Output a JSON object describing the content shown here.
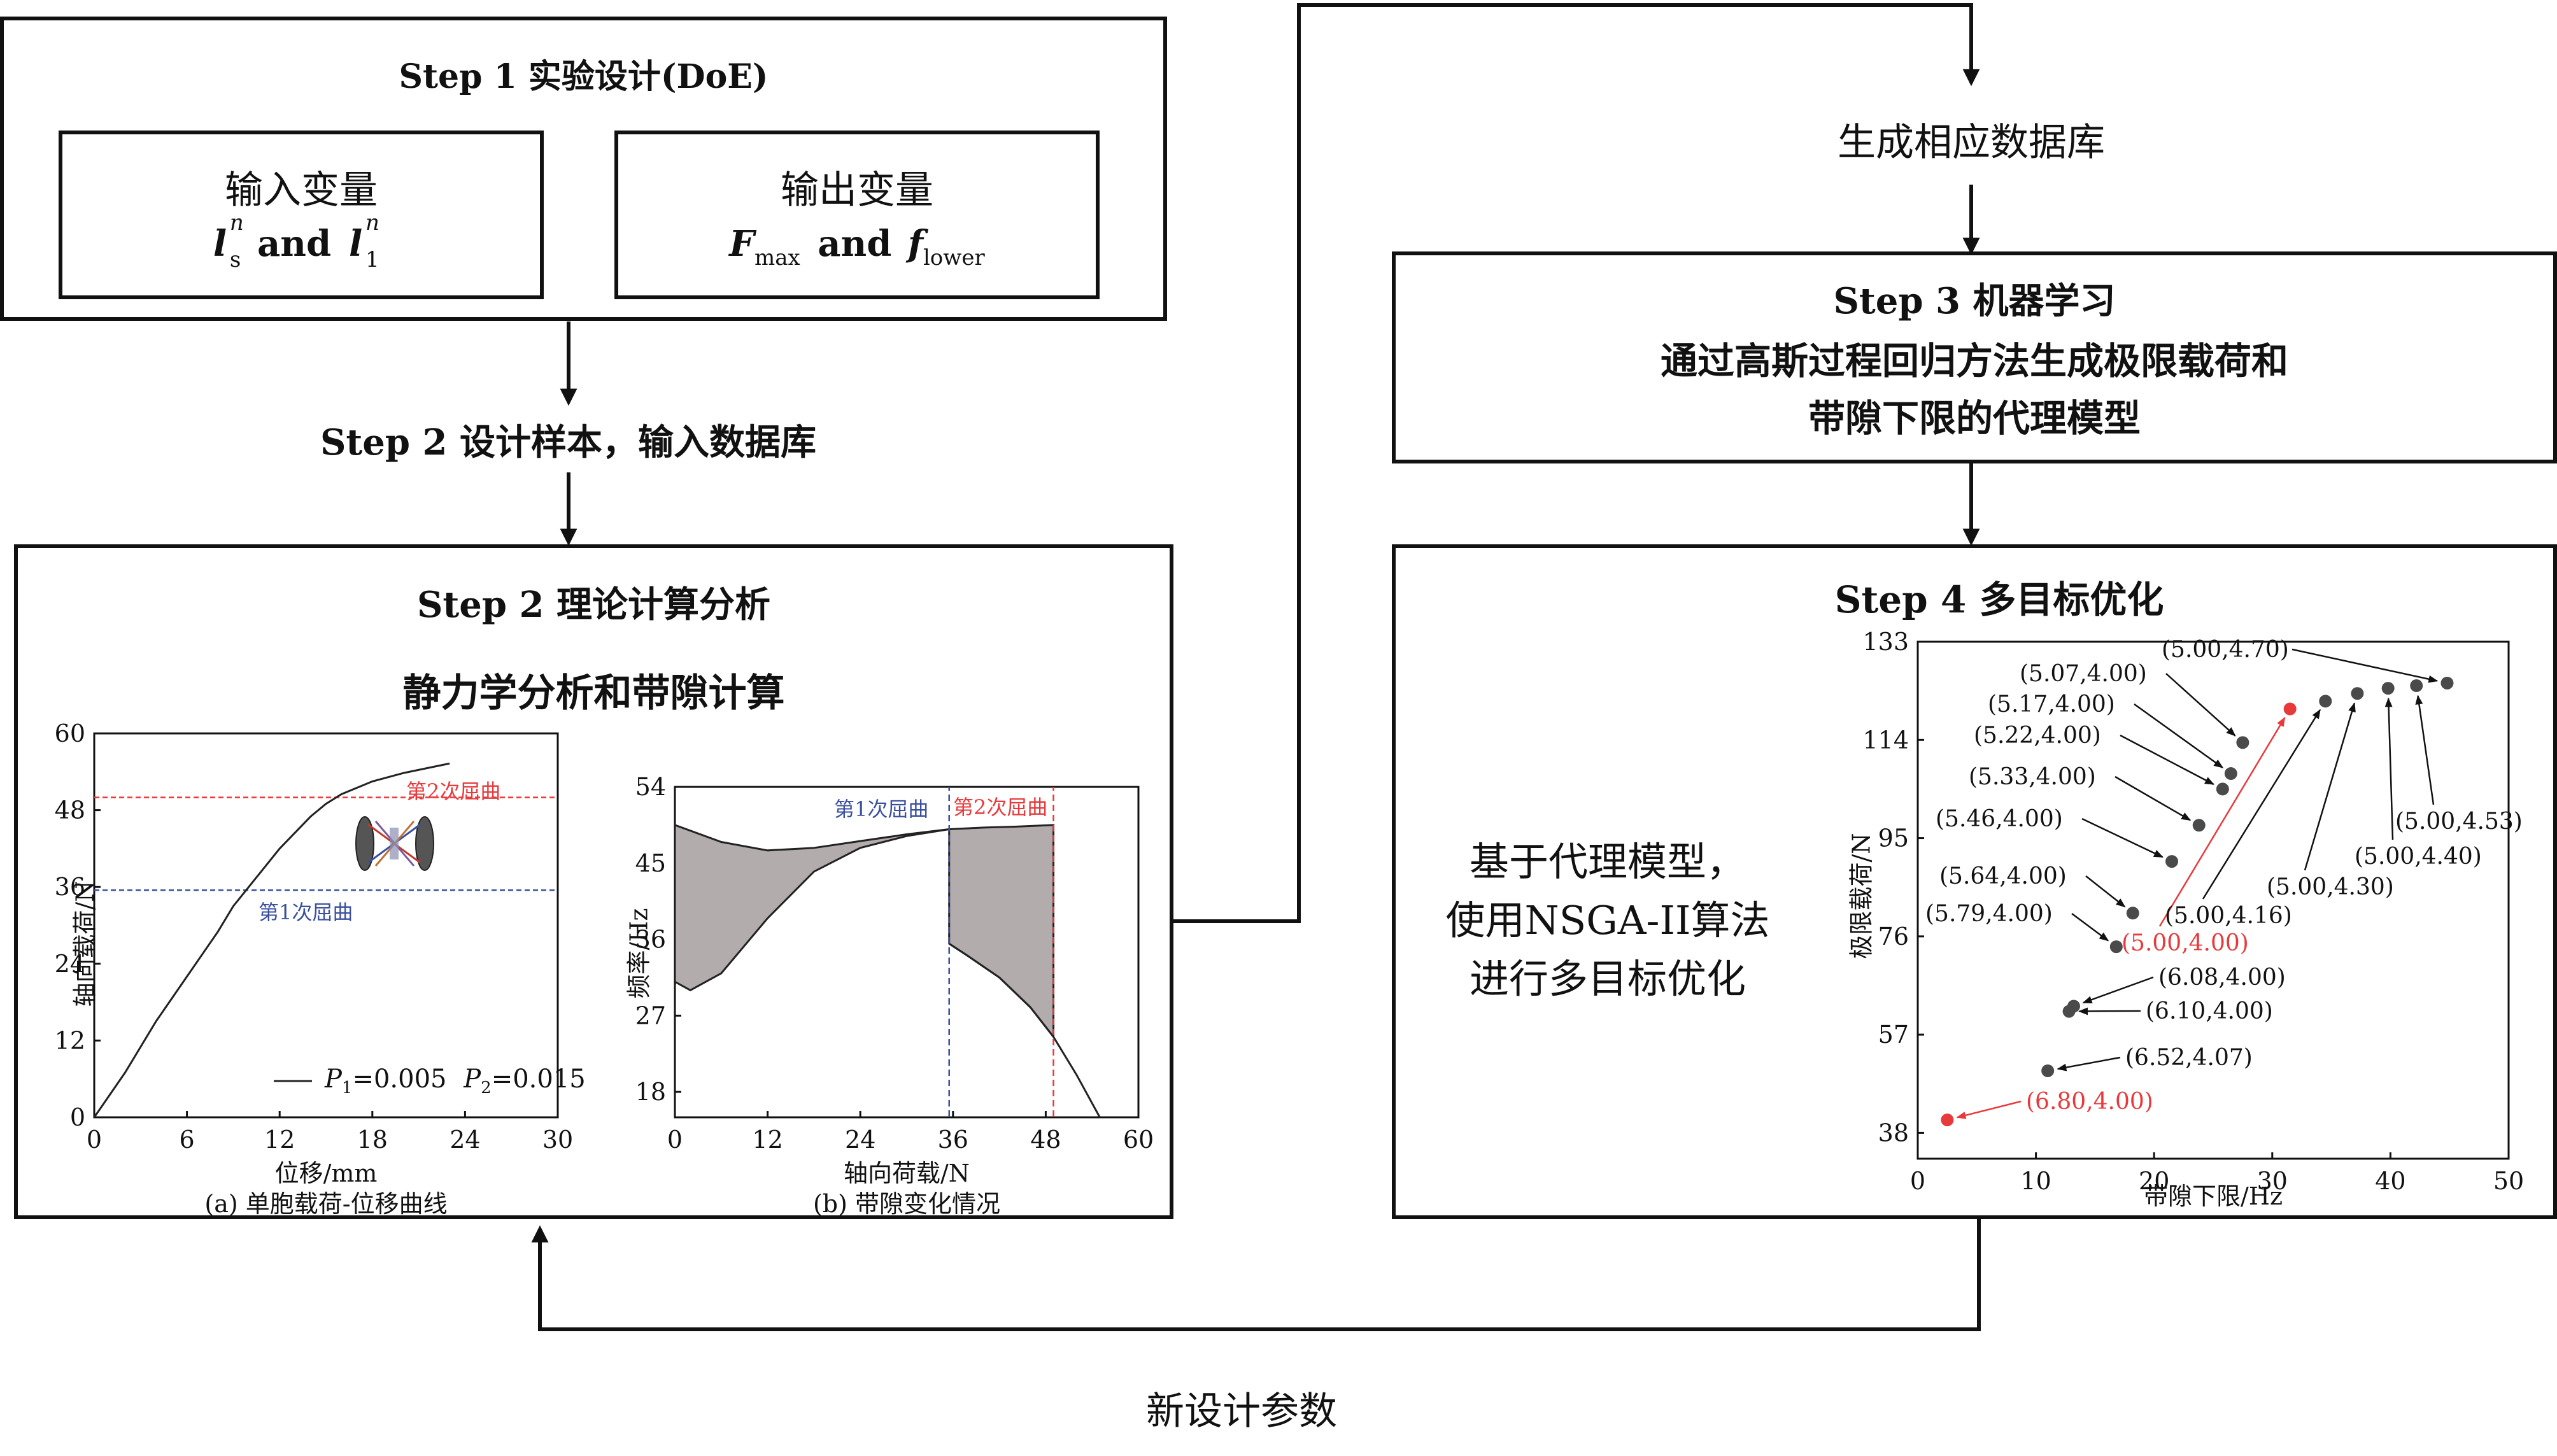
{
  "step1": {
    "title": "Step 1 实验设计(DoE)",
    "input": {
      "title": "输入变量",
      "var1": "l",
      "var1_sub": "s",
      "var1_sup": "n",
      "and": "and",
      "var2": "l",
      "var2_sub": "1",
      "var2_sup": "n"
    },
    "output": {
      "title": "输出变量",
      "var1": "F",
      "var1_sub": "max",
      "and": "and",
      "var2": "f",
      "var2_sub": "lower"
    }
  },
  "step2_design": "Step 2 设计样本，输入数据库",
  "step2": {
    "title": "Step 2 理论计算分析",
    "subtitle": "静力学分析和带隙计算",
    "chart_a": {
      "ylabel": "轴向载荷/N",
      "xlabel": "位移/mm",
      "caption": "(a) 单胞载荷-位移曲线",
      "xticks": [
        "0",
        "6",
        "12",
        "18",
        "24",
        "30"
      ],
      "yticks": [
        "0",
        "12",
        "24",
        "36",
        "48",
        "60"
      ],
      "buckle1": "第1次屈曲",
      "buckle2": "第2次屈曲",
      "legend_p1": "P",
      "legend_p1_sub": "1",
      "legend_p1_val": "=0.005",
      "legend_p2": "P",
      "legend_p2_sub": "2",
      "legend_p2_val": "=0.015"
    },
    "chart_b": {
      "ylabel": "频率/Hz",
      "xlabel": "轴向荷载/N",
      "caption": "(b) 带隙变化情况",
      "xticks": [
        "0",
        "12",
        "24",
        "36",
        "48",
        "60"
      ],
      "yticks": [
        "18",
        "27",
        "36",
        "45",
        "54"
      ],
      "buckle1": "第1次屈曲",
      "buckle2": "第2次屈曲"
    }
  },
  "flow": {
    "generate_db": "生成相应数据库",
    "new_params": "新设计参数"
  },
  "step3": {
    "line1": "Step 3 机器学习",
    "line2": "通过高斯过程回归方法生成极限载荷和",
    "line3": "带隙下限的代理模型"
  },
  "step4": {
    "title": "Step 4 多目标优化",
    "desc1": "基于代理模型，",
    "desc2": "使用NSGA-II算法",
    "desc3": "进行多目标优化"
  },
  "colors": {
    "red": "#e8393b",
    "blue": "#3a4fa0",
    "gray_fill": "#b3acac",
    "dark_point": "#4a4a4a"
  },
  "chart_data": [
    {
      "type": "line",
      "xlabel": "位移/mm",
      "ylabel": "轴向载荷/N",
      "xlim": [
        0,
        30
      ],
      "ylim": [
        0,
        60
      ],
      "x": [
        0,
        2,
        4,
        6,
        8,
        9,
        10,
        11,
        12,
        13,
        14,
        15,
        16,
        18,
        20,
        22,
        23
      ],
      "y": [
        0,
        7,
        15,
        22,
        29,
        33,
        36,
        39,
        42,
        44.5,
        47,
        49,
        50.5,
        52.5,
        53.8,
        54.8,
        55.3
      ],
      "hlines": [
        {
          "y": 35.5,
          "label": "第1次屈曲",
          "color": "#3a4fa0"
        },
        {
          "y": 50,
          "label": "第2次屈曲",
          "color": "#e8393b"
        }
      ]
    },
    {
      "type": "area",
      "xlabel": "轴向荷载/N",
      "ylabel": "频率/Hz",
      "xlim": [
        0,
        60
      ],
      "ylim": [
        15,
        54
      ],
      "upper_x": [
        0,
        6,
        12,
        18,
        24,
        30,
        35.5,
        40,
        44,
        49
      ],
      "upper_y": [
        49.5,
        47.5,
        46.5,
        46.8,
        47.6,
        48.4,
        49,
        49.2,
        49.3,
        49.5
      ],
      "lower_x": [
        0,
        2,
        6,
        12,
        18,
        24,
        30,
        35.5
      ],
      "lower_y": [
        31,
        30,
        32,
        38.5,
        44,
        46.8,
        48.2,
        49
      ],
      "lower2_x": [
        35.5,
        38,
        42,
        46,
        49,
        52,
        55
      ],
      "lower2_y": [
        35.5,
        34,
        31.5,
        28,
        24.5,
        20,
        15
      ],
      "vlines": [
        {
          "x": 35.5,
          "label": "第1次屈曲",
          "color": "#3a4fa0"
        },
        {
          "x": 49,
          "label": "第2次屈曲",
          "color": "#e8393b"
        }
      ]
    },
    {
      "type": "scatter",
      "xlabel": "带隙下限/Hz",
      "ylabel": "极限载荷/N",
      "xlim": [
        0,
        50
      ],
      "ylim": [
        33,
        133
      ],
      "xticks": [
        "0",
        "10",
        "20",
        "30",
        "40",
        "50"
      ],
      "yticks": [
        "38",
        "57",
        "76",
        "95",
        "114",
        "133"
      ],
      "points": [
        {
          "x": 44.8,
          "y": 125,
          "label": "(5.00,4.70)",
          "highlight": false
        },
        {
          "x": 42.2,
          "y": 124.5,
          "label": "(5.00,4.53)",
          "highlight": false
        },
        {
          "x": 39.8,
          "y": 124,
          "label": "(5.00,4.40)",
          "highlight": false
        },
        {
          "x": 37.2,
          "y": 123,
          "label": "(5.00,4.30)",
          "highlight": false
        },
        {
          "x": 34.5,
          "y": 121.5,
          "label": "(5.00,4.16)",
          "highlight": false
        },
        {
          "x": 31.5,
          "y": 120,
          "label": "(5.00,4.00)",
          "highlight": true
        },
        {
          "x": 27.5,
          "y": 113.5,
          "label": "(5.07,4.00)",
          "highlight": false
        },
        {
          "x": 26.5,
          "y": 107.5,
          "label": "(5.17,4.00)",
          "highlight": false
        },
        {
          "x": 25.8,
          "y": 104.5,
          "label": "(5.22,4.00)",
          "highlight": false
        },
        {
          "x": 23.8,
          "y": 97.5,
          "label": "(5.33,4.00)",
          "highlight": false
        },
        {
          "x": 21.5,
          "y": 90.5,
          "label": "(5.46,4.00)",
          "highlight": false
        },
        {
          "x": 18.2,
          "y": 80.5,
          "label": "(5.64,4.00)",
          "highlight": false
        },
        {
          "x": 16.8,
          "y": 74,
          "label": "(5.79,4.00)",
          "highlight": false
        },
        {
          "x": 13.2,
          "y": 62.5,
          "label": "(6.08,4.00)",
          "highlight": false
        },
        {
          "x": 12.8,
          "y": 61.5,
          "label": "(6.10,4.00)",
          "highlight": false
        },
        {
          "x": 11.0,
          "y": 50,
          "label": "(6.52,4.07)",
          "highlight": false
        },
        {
          "x": 2.5,
          "y": 40.5,
          "label": "(6.80,4.00)",
          "highlight": true
        }
      ]
    }
  ]
}
